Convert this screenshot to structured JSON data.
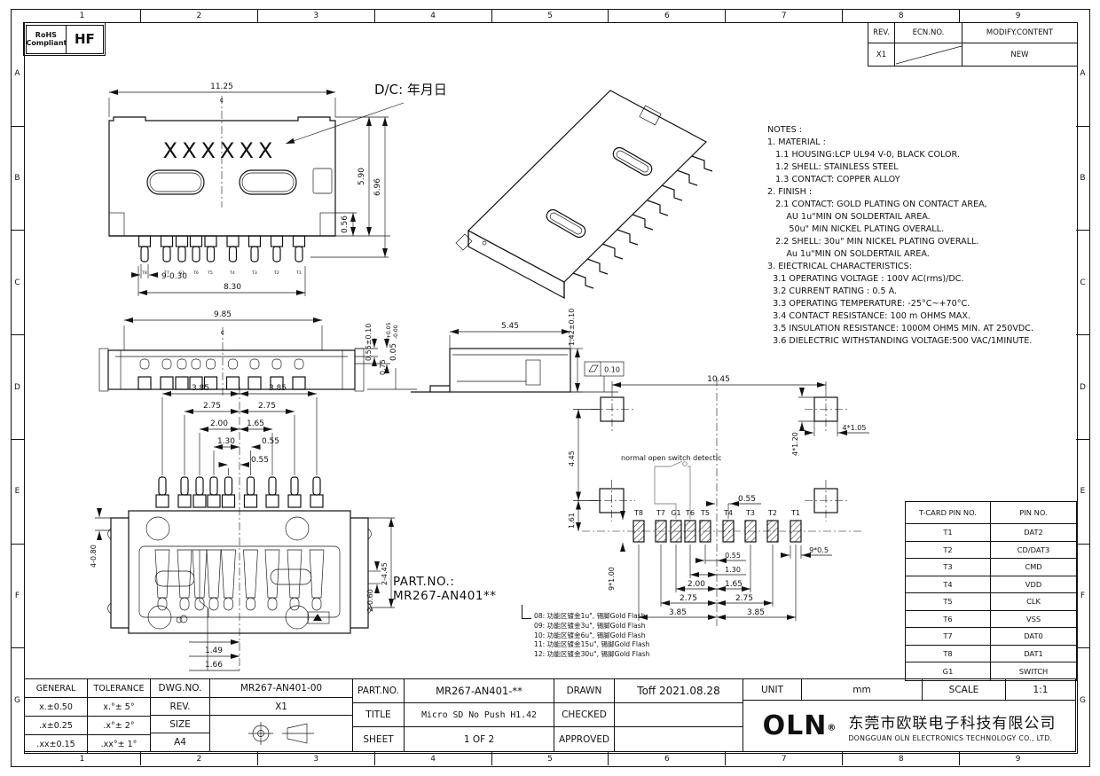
{
  "badge": {
    "rohs": "RoHS",
    "compliant": "Compliant",
    "hf": "HF"
  },
  "border": {
    "cols": [
      "1",
      "2",
      "3",
      "4",
      "5",
      "6",
      "7",
      "8",
      "9"
    ],
    "rows": [
      "A",
      "B",
      "C",
      "D",
      "E",
      "F",
      "G"
    ]
  },
  "revision_table": {
    "rev_h": "REV.",
    "ecn_h": "ECN.NO.",
    "modify_h": "MODIFY.CONTENT",
    "rev": "X1",
    "modify": "NEW"
  },
  "notes": {
    "lines": [
      "NOTES :",
      "1. MATERIAL :",
      "   1.1 HOUSING:LCP UL94 V-0, BLACK COLOR.",
      "   1.2 SHELL: STAINLESS STEEL",
      "   1.3 CONTACT: COPPER ALLOY",
      "2. FINISH :",
      "   2.1 CONTACT: GOLD PLATING ON CONTACT AREA,",
      "       AU 1u\"MIN ON SOLDERTAIL AREA.",
      "        50u\" MIN NICKEL PLATING OVERALL.",
      "   2.2 SHELL: 30u\" MIN NICKEL PLATING OVERALL.",
      "       Au 1u\"MIN ON SOLDERTAIL AREA.",
      "3. EIECTRICAL CHARACTERISTICS:",
      "  3.1 OPERATING VOLTAGE : 100V AC(rms)/DC.",
      "  3.2 CURRENT RATING : 0.5 A.",
      "  3.3 OPERATING TEMPERATURE: -25°C~+70°C.",
      "  3.4 CONTACT RESISTANCE: 100 m OHMS MAX.",
      "  3.5 INSULATION RESISTANCE: 1000M OHMS MIN. AT 250VDC.",
      "  3.6 DIELECTRIC WITHSTANDING VOLTAGE:500 VAC/1MINUTE."
    ]
  },
  "pin_labels": [
    "T8",
    "T7",
    "G1",
    "T6",
    "T5",
    "T4",
    "T3",
    "T2",
    "T1"
  ],
  "top_view": {
    "dc_note": "D/C: 年月日",
    "marking": "XXXXXX",
    "centerline": "¢",
    "dim_width": "11.25",
    "dim_h_outer": "6.96",
    "dim_h_body": "5.90",
    "dim_h_tab": "0.56",
    "dim_pin": "9-0.30",
    "dim_span": "8.30"
  },
  "front_view": {
    "dim_width": "9.85",
    "dim_t1": "0.55±0.10",
    "dim_t2": "0.75",
    "copl_main": "0.05",
    "copl_up": "+0.05",
    "copl_dn": "-0.00",
    "centerline": "¢"
  },
  "side_view": {
    "dim_width": "5.45",
    "dim_height": "1.42±0.10",
    "flatness": "0.10"
  },
  "bottom_view": {
    "d385": "3.85",
    "d275": "2.75",
    "d200": "2.00",
    "d165": "1.65",
    "d130": "1.30",
    "d055": "0.55",
    "wing": "4-0.80",
    "slot": "2-0.60",
    "side": "2-4.45",
    "sw1": "1.49",
    "sw2": "1.66"
  },
  "pcb": {
    "dim_width": "10.45",
    "pad_v": "4*1.20",
    "pad_h": "4*1.05",
    "v1": "4.45",
    "v2": "1.61",
    "pitch_v": "9*1.00",
    "pad_w": "9*0.5",
    "g055": "0.55",
    "c055": "0.55",
    "c130": "1.30",
    "c200": "2.00",
    "c165": "1.65",
    "c275": "2.75",
    "c385": "3.85",
    "switch_note": "normal open switch detectic"
  },
  "part_block": {
    "label": "PART.NO.:",
    "value": "MR267-AN401**",
    "options": [
      "08: 功能区镀金1u\", 锡脚Gold Flash",
      "09: 功能区镀金3u\", 锡脚Gold Flash",
      "10: 功能区镀金6u\", 锡脚Gold Flash",
      "11: 功能区镀金15u\", 锡脚Gold Flash",
      "12: 功能区镀金30u\", 锡脚Gold Flash"
    ]
  },
  "pin_table": {
    "h1": "T-CARD PIN NO.",
    "h2": "PIN NO.",
    "rows": [
      {
        "t": "T1",
        "p": "DAT2"
      },
      {
        "t": "T2",
        "p": "CD/DAT3"
      },
      {
        "t": "T3",
        "p": "CMD"
      },
      {
        "t": "T4",
        "p": "VDD"
      },
      {
        "t": "T5",
        "p": "CLK"
      },
      {
        "t": "T6",
        "p": "VSS"
      },
      {
        "t": "T7",
        "p": "DAT0"
      },
      {
        "t": "T8",
        "p": "DAT1"
      },
      {
        "t": "G1",
        "p": "SWITCH"
      }
    ]
  },
  "title_block": {
    "general": "GENERAL",
    "tolerance": "TOLERANCE",
    "tol_rows": [
      {
        "a": "x.±0.50",
        "b": "x.°± 5°"
      },
      {
        "a": ".x±0.25",
        "b": ".x°± 2°"
      },
      {
        "a": ".xx±0.15",
        "b": ".xx°± 1°"
      }
    ],
    "dwg_label": "DWG.NO.",
    "dwg_no": "MR267-AN401-00",
    "rev_label": "REV.",
    "rev": "X1",
    "size_label": "SIZE",
    "size": "A4",
    "part_label": "PART.NO.",
    "part_no": "MR267-AN401-**",
    "title_label": "TITLE",
    "title": "Micro SD No Push H1.42",
    "sheet_label": "SHEET",
    "sheet": "1 OF 2",
    "drawn_label": "DRAWN",
    "drawn": "Toff 2021.08.28",
    "checked_label": "CHECKED",
    "approved_label": "APPROVED",
    "unit_label": "UNIT",
    "unit": "mm",
    "scale_label": "SCALE",
    "scale": "1:1",
    "logo": "OLN",
    "logo_reg": "®",
    "company_cn": "东莞市欧联电子科技有限公司",
    "company_en": "DONGGUAN OLN ELECTRONICS TECHNOLOGY CO., LTD."
  }
}
